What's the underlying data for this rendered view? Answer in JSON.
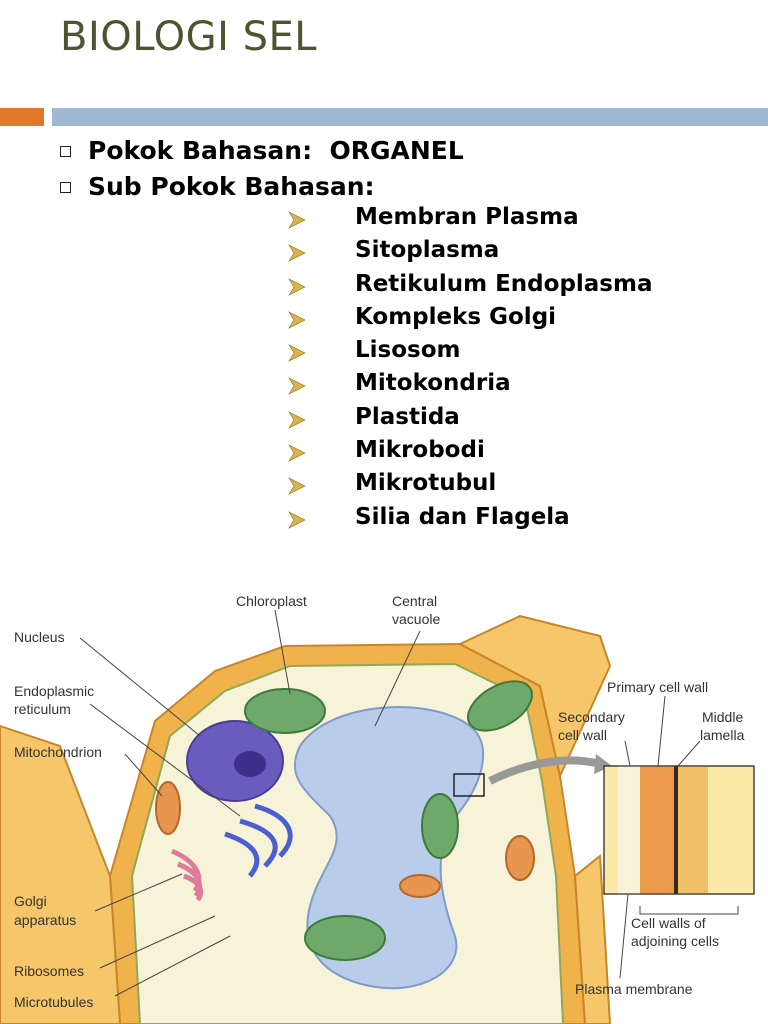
{
  "slide": {
    "title": "BIOLOGI SEL",
    "bullets": [
      "Pokok Bahasan:  ORGANEL",
      "Sub Pokok Bahasan:"
    ],
    "sub_items": [
      "Membran Plasma",
      "Sitoplasma",
      "Retikulum Endoplasma",
      "Kompleks Golgi",
      "Lisosom",
      "Mitokondria",
      "Plastida",
      "Mikrobodi",
      "Mikrotubul",
      "Silia dan Flagela"
    ]
  },
  "figure": {
    "labels": {
      "chloroplast": "Chloroplast",
      "central_vacuole_1": "Central",
      "central_vacuole_2": "vacuole",
      "nucleus": "Nucleus",
      "er_1": "Endoplasmic",
      "er_2": "reticulum",
      "mitochondrion": "Mitochondrion",
      "golgi_1": "Golgi",
      "golgi_2": "apparatus",
      "ribosomes": "Ribosomes",
      "microtubules": "Microtubules",
      "primary_wall": "Primary cell wall",
      "secondary_wall_1": "Secondary",
      "secondary_wall_2": "cell wall",
      "middle_lamella_1": "Middle",
      "middle_lamella_2": "lamella",
      "adjoining_1": "Cell walls of",
      "adjoining_2": "adjoining cells",
      "plasma_membrane": "Plasma membrane"
    }
  },
  "colors": {
    "title": "#4f5430",
    "accent_orange": "#e0792b",
    "accent_blue": "#9fb9d2",
    "arrow": "#d9b44a"
  },
  "icons": {
    "bullet": "hollow-square-icon",
    "sub_bullet": "arrowhead-icon"
  }
}
